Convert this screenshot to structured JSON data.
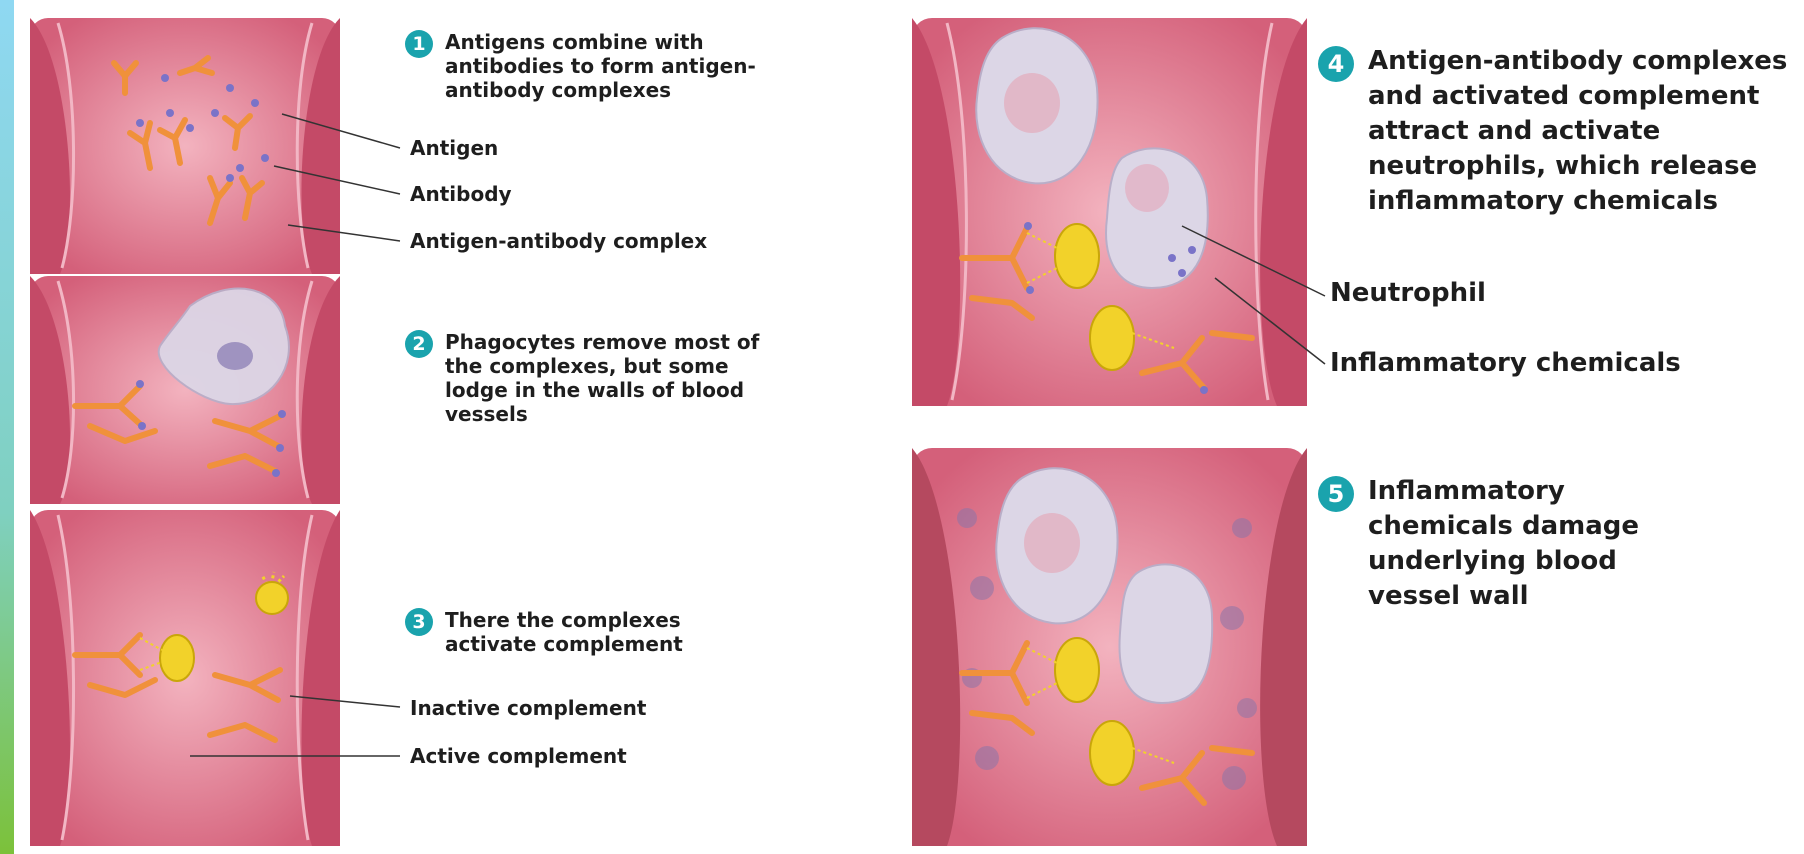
{
  "steps": [
    {
      "number": "1",
      "text": "Antigens combine with antibodies to form antigen-antibody complexes"
    },
    {
      "number": "2",
      "text": "Phagocytes remove most of the complexes, but some lodge in the walls of blood vessels"
    },
    {
      "number": "3",
      "text": "There the complexes activate complement"
    },
    {
      "number": "4",
      "text": "Antigen-antibody complexes and activated complement attract and activate neutrophils, which release inflammatory chemicals"
    },
    {
      "number": "5",
      "text": "Inflammatory chemicals damage underlying blood vessel wall"
    }
  ],
  "labels": {
    "antigen": "Antigen",
    "antibody": "Antibody",
    "complex": "Antigen-antibody complex",
    "inactive_complement": "Inactive complement",
    "active_complement": "Active complement",
    "neutrophil": "Neutrophil",
    "inflammatory_chemicals": "Inflammatory chemicals"
  },
  "colors": {
    "vessel": "#d6627a",
    "vessel_wall": "#c94f6c",
    "antibody": "#f0913b",
    "antigen": "#7a73c8",
    "complement": "#f2d22a",
    "cell": "#d9d3e3",
    "badge": "#1aa3ad"
  }
}
